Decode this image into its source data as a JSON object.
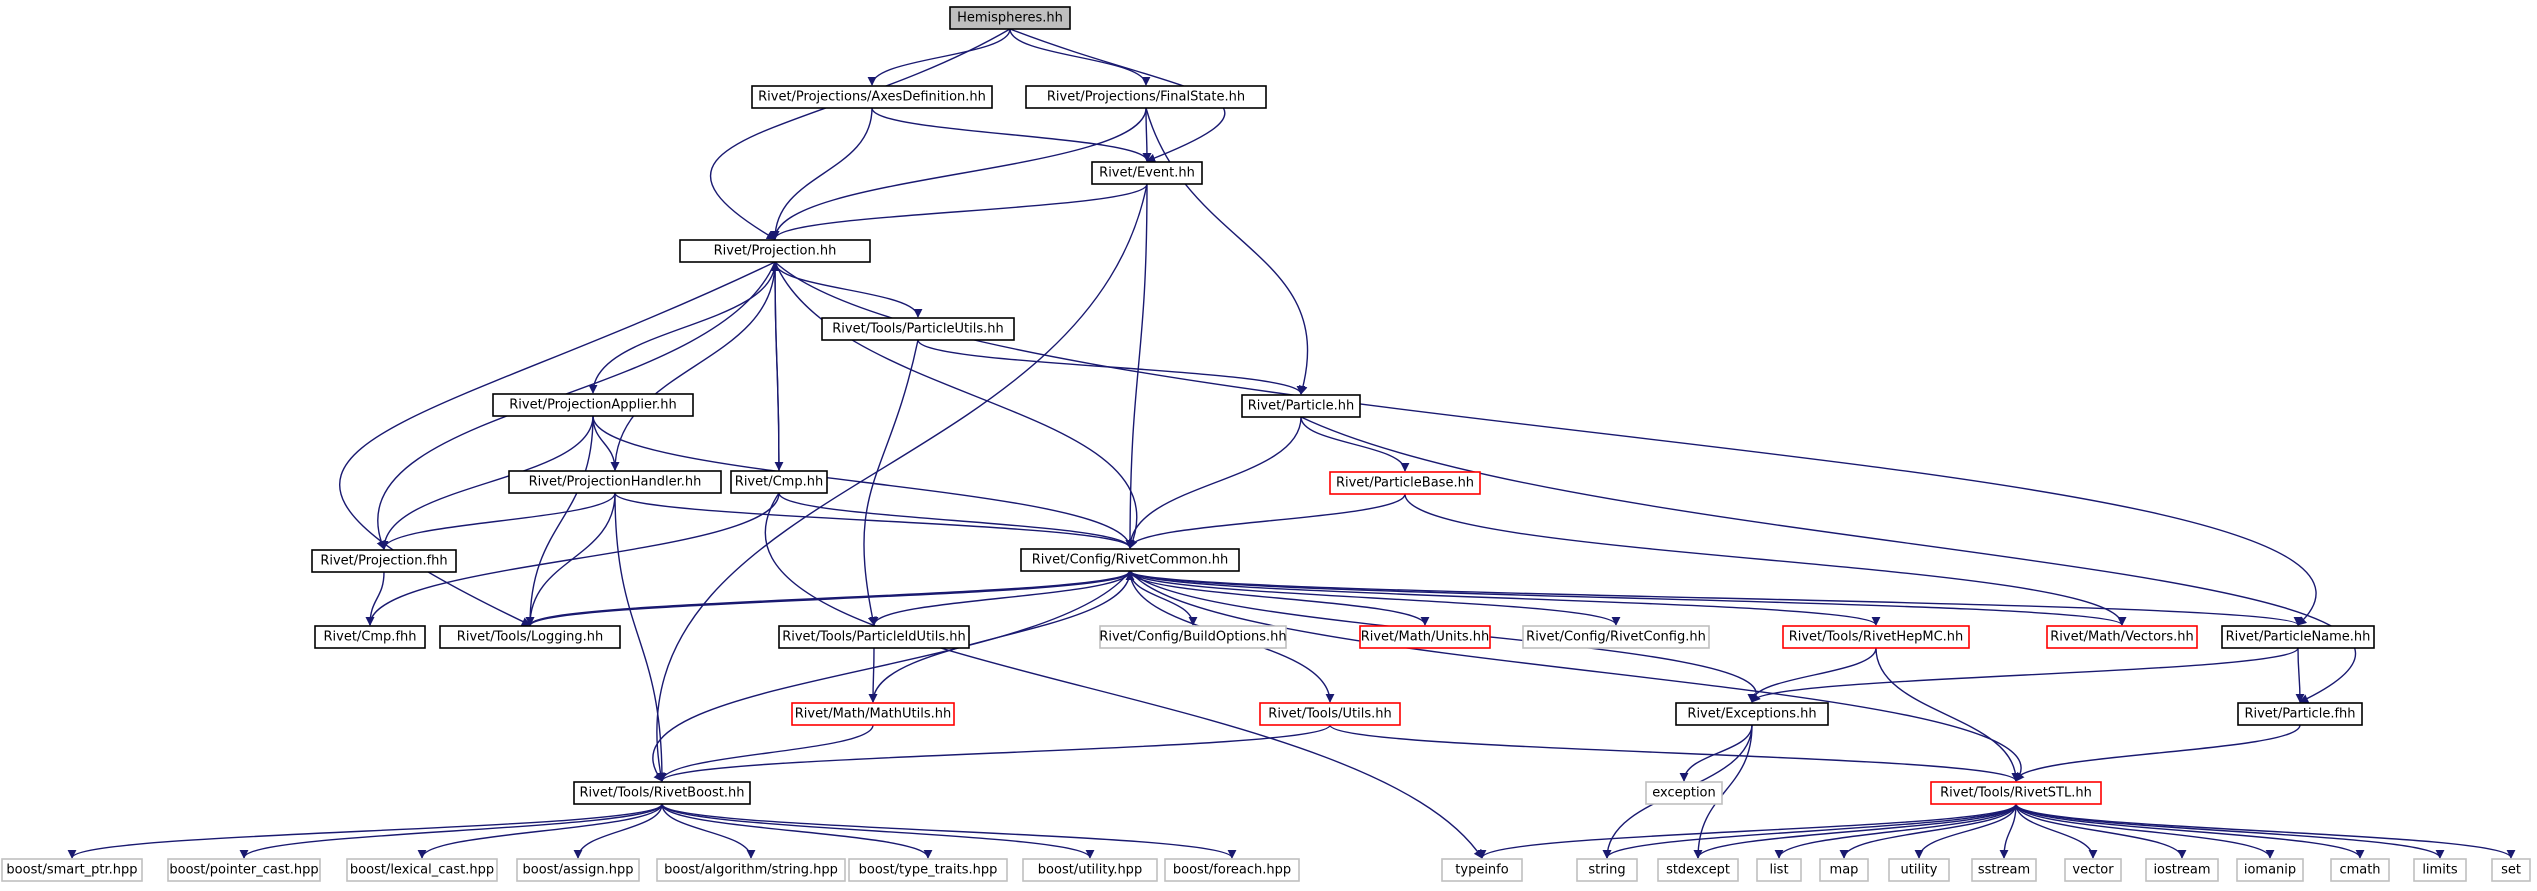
{
  "colors": {
    "edge": "#191970",
    "normal_border": "#000000",
    "red_border": "#ff0000",
    "external_border": "#bfbfbf",
    "root_fill": "#bfbfbf"
  },
  "nodes": {
    "hemispheres": "Hemispheres.hh",
    "axesdef": "Rivet/Projections/AxesDefinition.hh",
    "finalstate": "Rivet/Projections/FinalState.hh",
    "event": "Rivet/Event.hh",
    "projection": "Rivet/Projection.hh",
    "particleutils": "Rivet/Tools/ParticleUtils.hh",
    "projapplier": "Rivet/ProjectionApplier.hh",
    "particle": "Rivet/Particle.hh",
    "projhandler": "Rivet/ProjectionHandler.hh",
    "cmp": "Rivet/Cmp.hh",
    "particlebase": "Rivet/ParticleBase.hh",
    "projfhh": "Rivet/Projection.fhh",
    "rivetcommon": "Rivet/Config/RivetCommon.hh",
    "cmpfhh": "Rivet/Cmp.fhh",
    "logging": "Rivet/Tools/Logging.hh",
    "pidutils": "Rivet/Tools/ParticleIdUtils.hh",
    "buildoptions": "Rivet/Config/BuildOptions.hh",
    "units": "Rivet/Math/Units.hh",
    "rivetconfig": "Rivet/Config/RivetConfig.hh",
    "hepmc": "Rivet/Tools/RivetHepMC.hh",
    "vectors": "Rivet/Math/Vectors.hh",
    "particlename": "Rivet/ParticleName.hh",
    "mathutils": "Rivet/Math/MathUtils.hh",
    "utils": "Rivet/Tools/Utils.hh",
    "exceptions": "Rivet/Exceptions.hh",
    "particlefhh": "Rivet/Particle.fhh",
    "rivetboost": "Rivet/Tools/RivetBoost.hh",
    "exception": "exception",
    "rivetstl": "Rivet/Tools/RivetSTL.hh",
    "smartptr": "boost/smart_ptr.hpp",
    "pointercast": "boost/pointer_cast.hpp",
    "lexicalcast": "boost/lexical_cast.hpp",
    "assign": "boost/assign.hpp",
    "algostring": "boost/algorithm/string.hpp",
    "typetraits": "boost/type_traits.hpp",
    "utility_hpp": "boost/utility.hpp",
    "foreach": "boost/foreach.hpp",
    "typeinfo": "typeinfo",
    "string": "string",
    "stdexcept": "stdexcept",
    "list": "list",
    "map": "map",
    "utility": "utility",
    "sstream": "sstream",
    "vector": "vector",
    "iostream": "iostream",
    "iomanip": "iomanip",
    "cmath": "cmath",
    "limits": "limits",
    "set": "set"
  }
}
